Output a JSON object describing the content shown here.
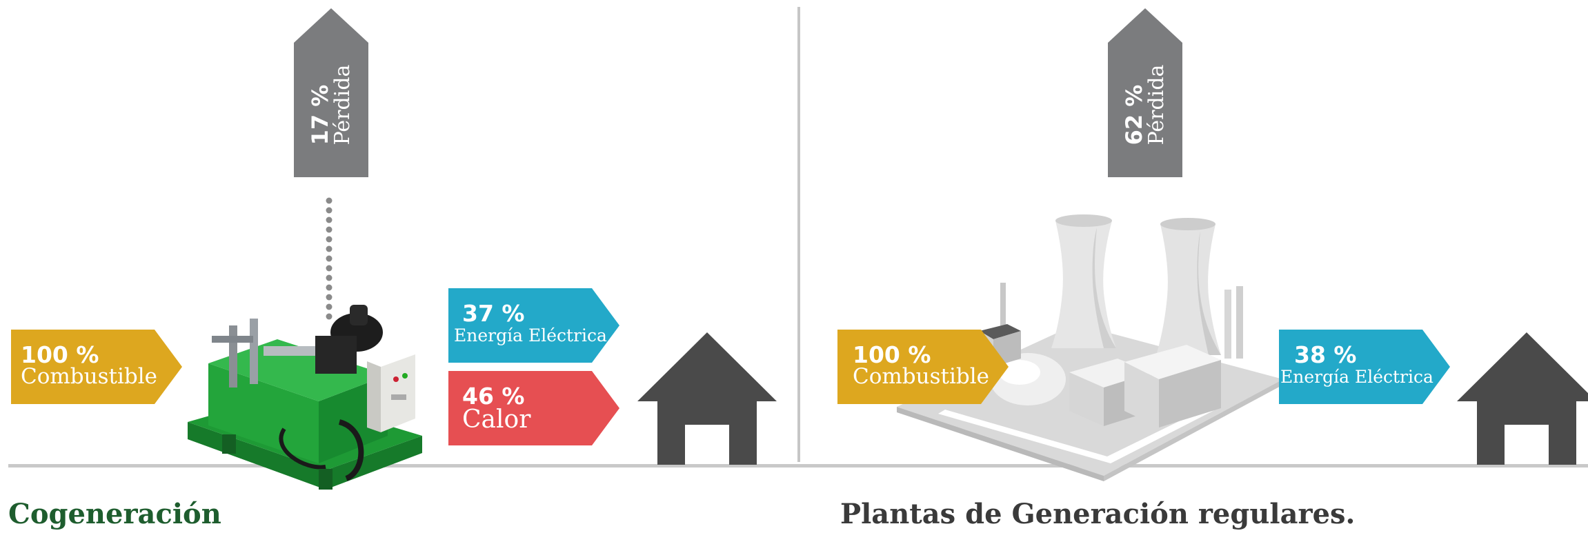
{
  "left_panel": {
    "caption": "Cogeneración",
    "loss": {
      "pct": "17 %",
      "label": "Pérdida"
    },
    "fuel": {
      "pct": "100 %",
      "label": "Combustible"
    },
    "electric": {
      "pct": "37 %",
      "label": "Energía Eléctrica"
    },
    "heat": {
      "pct": "46 %",
      "label": "Calor"
    }
  },
  "right_panel": {
    "caption": "Plantas de Generación regulares.",
    "loss": {
      "pct": "62 %",
      "label": "Pérdida"
    },
    "fuel": {
      "pct": "100 %",
      "label": "Combustible"
    },
    "electric": {
      "pct": "38 %",
      "label": "Energía Eléctrica"
    }
  },
  "colors": {
    "loss": "#7b7c7e",
    "fuel": "#dda71f",
    "electric": "#23a9c9",
    "heat": "#e64f52",
    "house": "#4a4a4a",
    "generator_green": "#1e9a35"
  },
  "icons": [
    "house-icon",
    "generator-image",
    "power-plant-image"
  ]
}
